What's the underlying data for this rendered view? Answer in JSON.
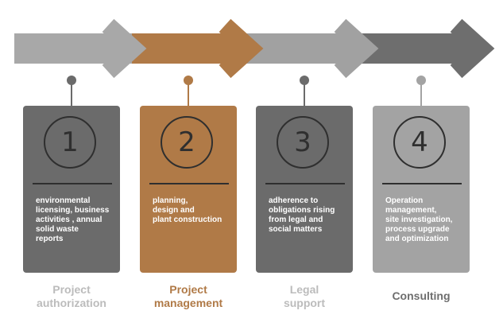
{
  "colors": {
    "step1": "#6b6b6b",
    "step2": "#b07a47",
    "step3": "#6b6b6b",
    "step4": "#a3a3a3",
    "arrow1": "#a8a8a8",
    "arrow2": "#b07a47",
    "arrow3": "#a1a1a1",
    "arrow4": "#6e6e6e",
    "label_light": "#bcbcbc",
    "label_accent": "#b07a47",
    "label_dark": "#6e6e6e"
  },
  "steps": [
    {
      "number": "1",
      "description": "environmental\nlicensing, business\nactivities , annual\nsolid waste\nreports",
      "label": "Project\nauthorization"
    },
    {
      "number": "2",
      "description": "planning,\ndesign and\nplant construction",
      "label": "Project\nmanagement"
    },
    {
      "number": "3",
      "description": "adherence to\nobligations rising\nfrom legal and\nsocial matters",
      "label": "Legal\nsupport"
    },
    {
      "number": "4",
      "description": "Operation\nmanagement,\nsite investigation,\nprocess upgrade\nand  optimization",
      "label": "Consulting"
    }
  ]
}
